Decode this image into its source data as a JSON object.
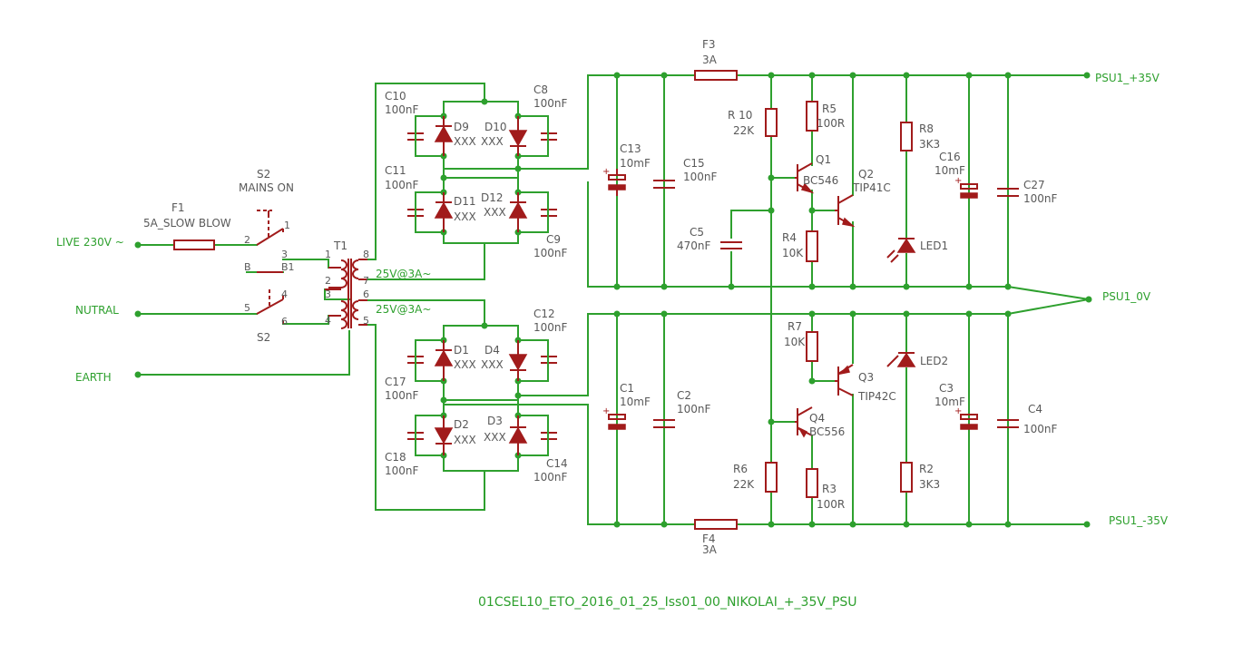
{
  "title": "01CSEL10_ETO_2016_01_25_Iss01_00_NIKOLAI_+_35V_PSU",
  "colors": {
    "wire": "#2ea02e",
    "part": "#a11b1b",
    "text": "#595959",
    "background": "#ffffff"
  },
  "nets": {
    "live": "LIVE 230V ~",
    "neutral": "NUTRAL",
    "earth": "EARTH",
    "pos": "PSU1_+35V",
    "gnd": "PSU1_0V",
    "neg": "PSU1_-35V"
  },
  "parts": {
    "f1": {
      "name": "F1",
      "value": "5A_SLOW BLOW"
    },
    "s2a": {
      "name": "S2",
      "value": "MAINS ON"
    },
    "s2b": {
      "name": "S2"
    },
    "t1": {
      "name": "T1",
      "sec1": "25V@3A~",
      "sec2": "25V@3A~"
    },
    "f3": {
      "name": "F3",
      "value": "3A"
    },
    "f4": {
      "name": "F4",
      "value": "3A"
    },
    "c10": {
      "name": "C10",
      "value": "100nF"
    },
    "c8": {
      "name": "C8",
      "value": "100nF"
    },
    "c11": {
      "name": "C11",
      "value": "100nF"
    },
    "c9": {
      "name": "C9",
      "value": "100nF"
    },
    "c12": {
      "name": "C12",
      "value": "100nF"
    },
    "c17": {
      "name": "C17",
      "value": "100nF"
    },
    "c18": {
      "name": "C18",
      "value": "100nF"
    },
    "c14": {
      "name": "C14",
      "value": "100nF"
    },
    "d9": {
      "name": "D9",
      "value": "XXX"
    },
    "d10": {
      "name": "D10",
      "value": "XXX"
    },
    "d11": {
      "name": "D11",
      "value": "XXX"
    },
    "d12": {
      "name": "D12",
      "value": "XXX"
    },
    "d1": {
      "name": "D1",
      "value": "XXX"
    },
    "d4": {
      "name": "D4",
      "value": "XXX"
    },
    "d2": {
      "name": "D2",
      "value": "XXX"
    },
    "d3": {
      "name": "D3",
      "value": "XXX"
    },
    "c13": {
      "name": "C13",
      "value": "10mF"
    },
    "c15": {
      "name": "C15",
      "value": "100nF"
    },
    "c1": {
      "name": "C1",
      "value": "10mF"
    },
    "c2": {
      "name": "C2",
      "value": "100nF"
    },
    "r10": {
      "name": "R 10",
      "value": "22K"
    },
    "r5": {
      "name": "R5",
      "value": "100R"
    },
    "q1": {
      "name": "Q1",
      "value": "BC546"
    },
    "q2": {
      "name": "Q2",
      "value": "TIP41C"
    },
    "c5": {
      "name": "C5",
      "value": "470nF"
    },
    "r4": {
      "name": "R4",
      "value": "10K"
    },
    "r8": {
      "name": "R8",
      "value": "3K3"
    },
    "led1": {
      "name": "LED1"
    },
    "c16": {
      "name": "C16",
      "value": "10mF"
    },
    "c27": {
      "name": "C27",
      "value": "100nF"
    },
    "r7": {
      "name": "R7",
      "value": "10K"
    },
    "q3": {
      "name": "Q3",
      "value": "TIP42C"
    },
    "q4": {
      "name": "Q4",
      "value": "BC556"
    },
    "r6": {
      "name": "R6",
      "value": "22K"
    },
    "r3": {
      "name": "R3",
      "value": "100R"
    },
    "led2": {
      "name": "LED2"
    },
    "r2": {
      "name": "R2",
      "value": "3K3"
    },
    "c3": {
      "name": "C3",
      "value": "10mF"
    },
    "c4": {
      "name": "C4",
      "value": "100nF"
    }
  },
  "pins": {
    "s2a_1": "1",
    "s2a_2": "2",
    "s2a_3": "3",
    "s2a_b": "B",
    "s2a_b1": "B1",
    "s2b_4": "4",
    "s2b_5": "5",
    "s2b_6": "6",
    "t1_1": "1",
    "t1_2": "2",
    "t1_3": "3",
    "t1_4": "4",
    "t1_5": "5",
    "t1_6": "6",
    "t1_7": "7",
    "t1_8": "8"
  }
}
